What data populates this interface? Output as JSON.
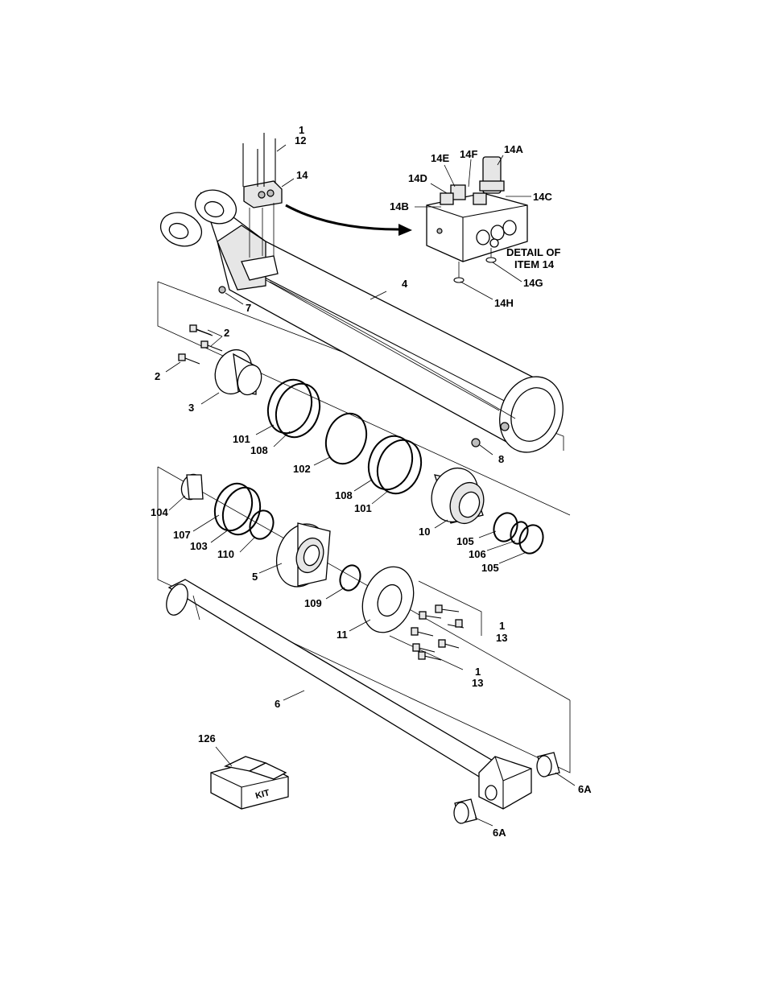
{
  "callouts": {
    "c1_top": "1",
    "c12": "12",
    "c14": "14",
    "c14A": "14A",
    "c14B": "14B",
    "c14C": "14C",
    "c14D": "14D",
    "c14E": "14E",
    "c14F": "14F",
    "c14G": "14G",
    "c14H": "14H",
    "c4": "4",
    "c7": "7",
    "c2_a": "2",
    "c2_b": "2",
    "c3": "3",
    "c101_a": "101",
    "c108_a": "108",
    "c102": "102",
    "c108_b": "108",
    "c101_b": "101",
    "c8": "8",
    "c104": "104",
    "c107": "107",
    "c103": "103",
    "c110": "110",
    "c5": "5",
    "c10": "10",
    "c105_a": "105",
    "c106": "106",
    "c105_b": "105",
    "c109": "109",
    "c11": "11",
    "c1_mid": "1",
    "c13_mid": "13",
    "c1_low": "1",
    "c13_low": "13",
    "c6": "6",
    "c126": "126",
    "c6A_a": "6A",
    "c6A_b": "6A"
  },
  "detail_title": [
    "DETAIL OF",
    "ITEM 14"
  ],
  "kit_label": "KIT"
}
